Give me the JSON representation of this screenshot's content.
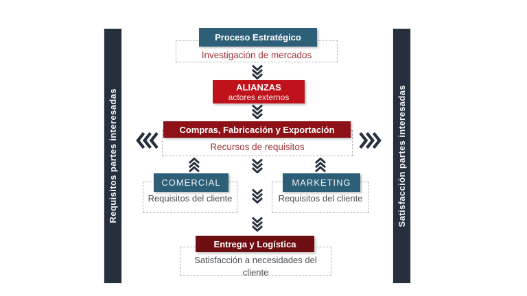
{
  "diagram": {
    "left_bar": {
      "label": "Requisitos partes interesadas"
    },
    "right_bar": {
      "label": "Satisfacción partes interesadas"
    },
    "strategic": {
      "title": "Proceso Estratégico",
      "detail": "Investigación de mercados"
    },
    "alianzas": {
      "title": "ALIANZAS",
      "subtitle": "actores externos"
    },
    "compras": {
      "title": "Compras, Fabricación y Exportación",
      "detail": "Recursos de requisitos"
    },
    "comercial": {
      "title": "COMERCIAL",
      "detail": "Requisitos del cliente"
    },
    "marketing": {
      "title": "MARKETING",
      "detail": "Requisitos del cliente"
    },
    "entrega": {
      "title": "Entrega y Logística",
      "detail": "Satisfacción a necesidades del cliente"
    },
    "colors": {
      "navy": "#262f3e",
      "teal": "#2e5f78",
      "red": "#c0121a",
      "dark_red": "#8e1117",
      "maroon": "#6e0e12",
      "red_text": "#9d3238",
      "dark_text": "#474c52",
      "dashed_border": "#b3b3b3"
    }
  }
}
